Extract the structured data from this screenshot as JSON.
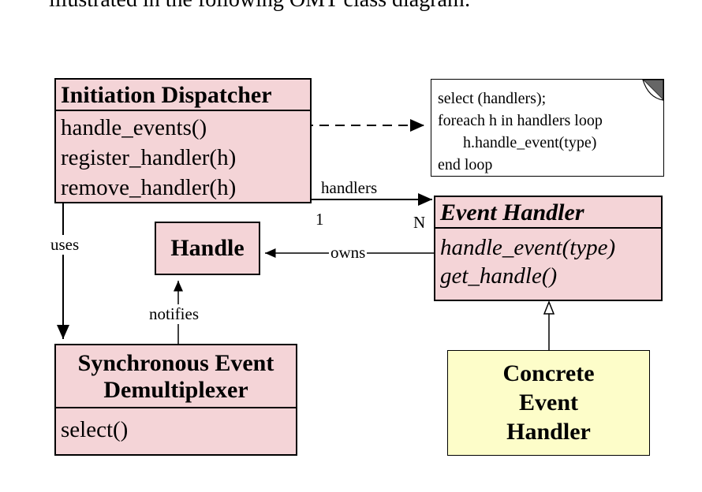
{
  "caption": "illustrated in the following OMT class diagram:",
  "dispatcher": {
    "title": "Initiation Dispatcher",
    "methods": [
      "handle_events()",
      "register_handler(h)",
      "remove_handler(h)"
    ]
  },
  "note": {
    "lines": [
      "select (handlers);",
      "foreach h in handlers loop",
      "h.handle_event(type)",
      "end loop"
    ]
  },
  "handle": {
    "title": "Handle"
  },
  "event_handler": {
    "title": "Event  Handler",
    "methods": [
      "handle_event(type)",
      "get_handle()"
    ]
  },
  "demux": {
    "title_line1": "Synchronous Event",
    "title_line2": "Demultiplexer",
    "methods": [
      "select()"
    ]
  },
  "concrete": {
    "line1": "Concrete",
    "line2": "Event",
    "line3": "Handler"
  },
  "relations": {
    "handlers": "handlers",
    "mult_one": "1",
    "mult_n": "N",
    "uses": "uses",
    "owns": "owns",
    "notifies": "notifies"
  },
  "colors": {
    "class_fill": "#f4d4d7",
    "concrete_fill": "#fdfdc9"
  }
}
